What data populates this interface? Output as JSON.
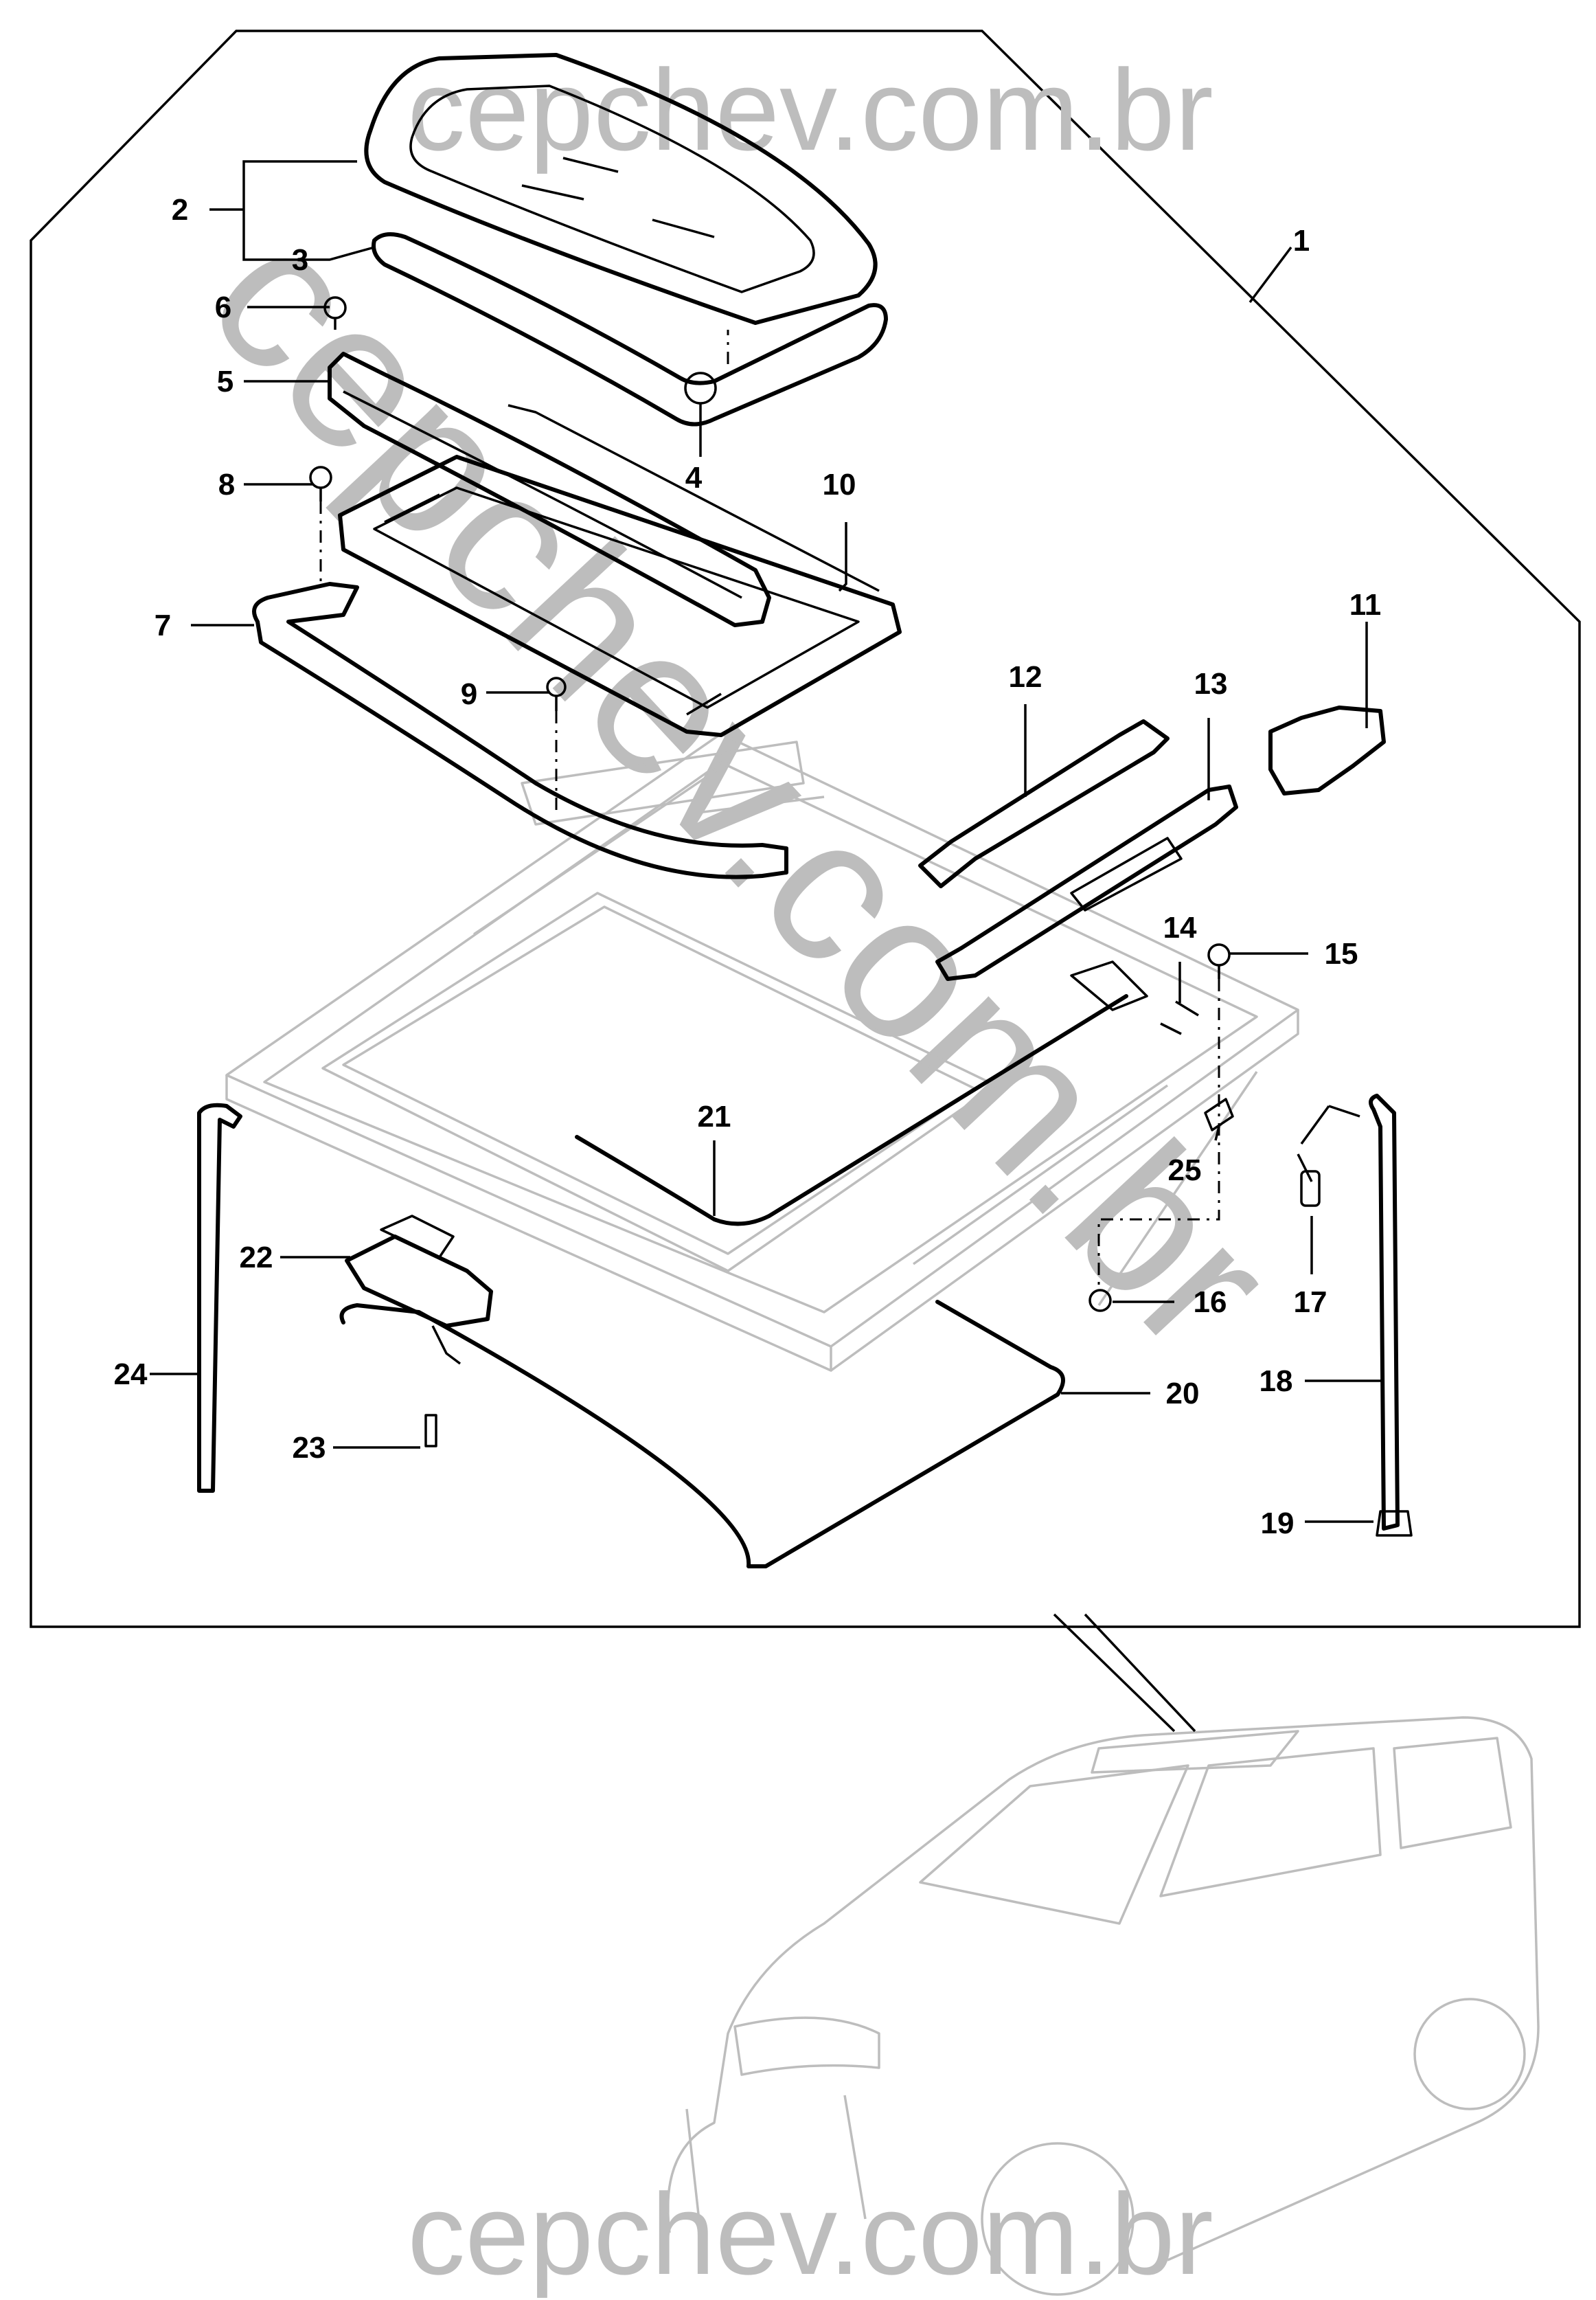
{
  "watermarks": {
    "top": "cepchev.com.br",
    "bottom": "cepchev.com.br",
    "diagonal": "cepchev.com.br"
  },
  "labels": {
    "l1": "1",
    "l2": "2",
    "l3": "3",
    "l4": "4",
    "l5": "5",
    "l6": "6",
    "l7": "7",
    "l8": "8",
    "l9": "9",
    "l10": "10",
    "l11": "11",
    "l12": "12",
    "l13": "13",
    "l14": "14",
    "l15": "15",
    "l16": "16",
    "l17": "17",
    "l18": "18",
    "l19": "19",
    "l20": "20",
    "l21": "21",
    "l22": "22",
    "l23": "23",
    "l24": "24",
    "l25": "25"
  },
  "colors": {
    "lines": "#000000",
    "ghost": "#bdbdbd",
    "watermark": "#bdbdbd"
  }
}
